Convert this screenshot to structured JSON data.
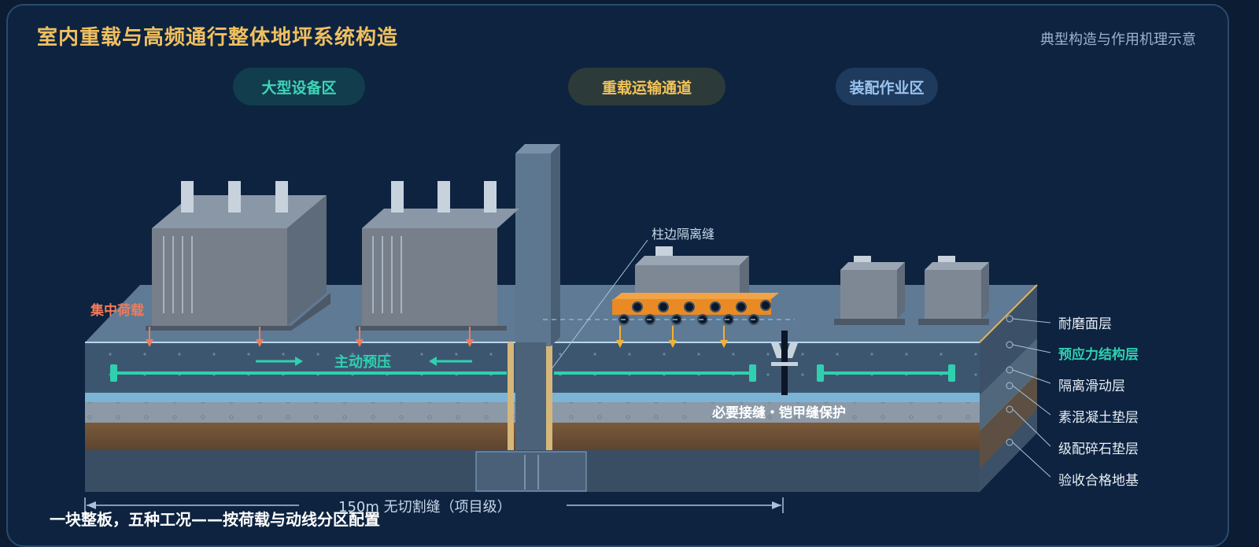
{
  "title": "室内重载与高频通行整体地坪系统构造",
  "subtitle": "典型构造与作用机理示意",
  "zones": {
    "large_equipment": "大型设备区",
    "heavy_transport": "重载运输通道",
    "assembly": "装配作业区"
  },
  "annotations": {
    "concentrated_load": "集中荷载",
    "active_prestress": "主动预压",
    "column_isolation_joint": "柱边隔离缝",
    "armored_joint": "必要接缝・铠甲缝保护",
    "dimension": "150m 无切割缝（项目级）"
  },
  "layers": [
    "耐磨面层",
    "预应力结构层",
    "隔离滑动层",
    "素混凝土垫层",
    "级配碎石垫层",
    "验收合格地基"
  ],
  "bottom_caption": "一块整板，五种工况——按荷载与动线分区配置",
  "colors": {
    "title": "#f0c060",
    "accent_teal": "#2fd0b0",
    "load_arrow_red": "#f07a5a",
    "load_arrow_yellow": "#f2b133",
    "transport_orange": "#e98a25",
    "background": "#0d2340"
  }
}
